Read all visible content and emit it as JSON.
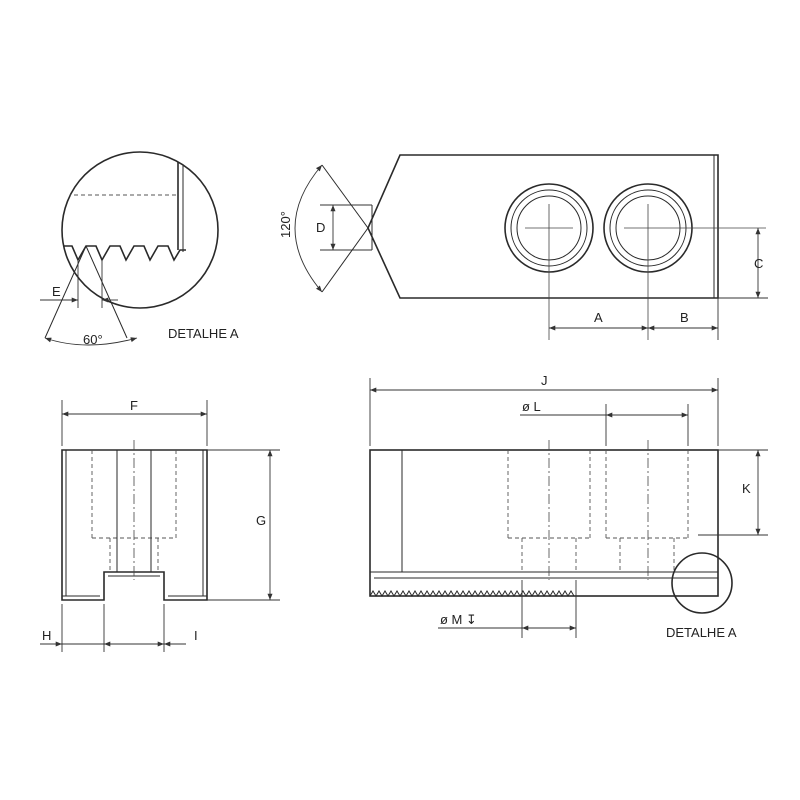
{
  "labels": {
    "detail_caption_top": "DETALHE A",
    "detail_caption_bottom": "DETALHE A",
    "angle_60": "60°",
    "angle_120": "120°",
    "dim_A": "A",
    "dim_B": "B",
    "dim_C": "C",
    "dim_D": "D",
    "dim_E": "E",
    "dim_F": "F",
    "dim_G": "G",
    "dim_H": "H",
    "dim_I": "I",
    "dim_J": "J",
    "dim_K": "K",
    "dim_L": "ø L",
    "dim_M": "ø M ↧"
  }
}
